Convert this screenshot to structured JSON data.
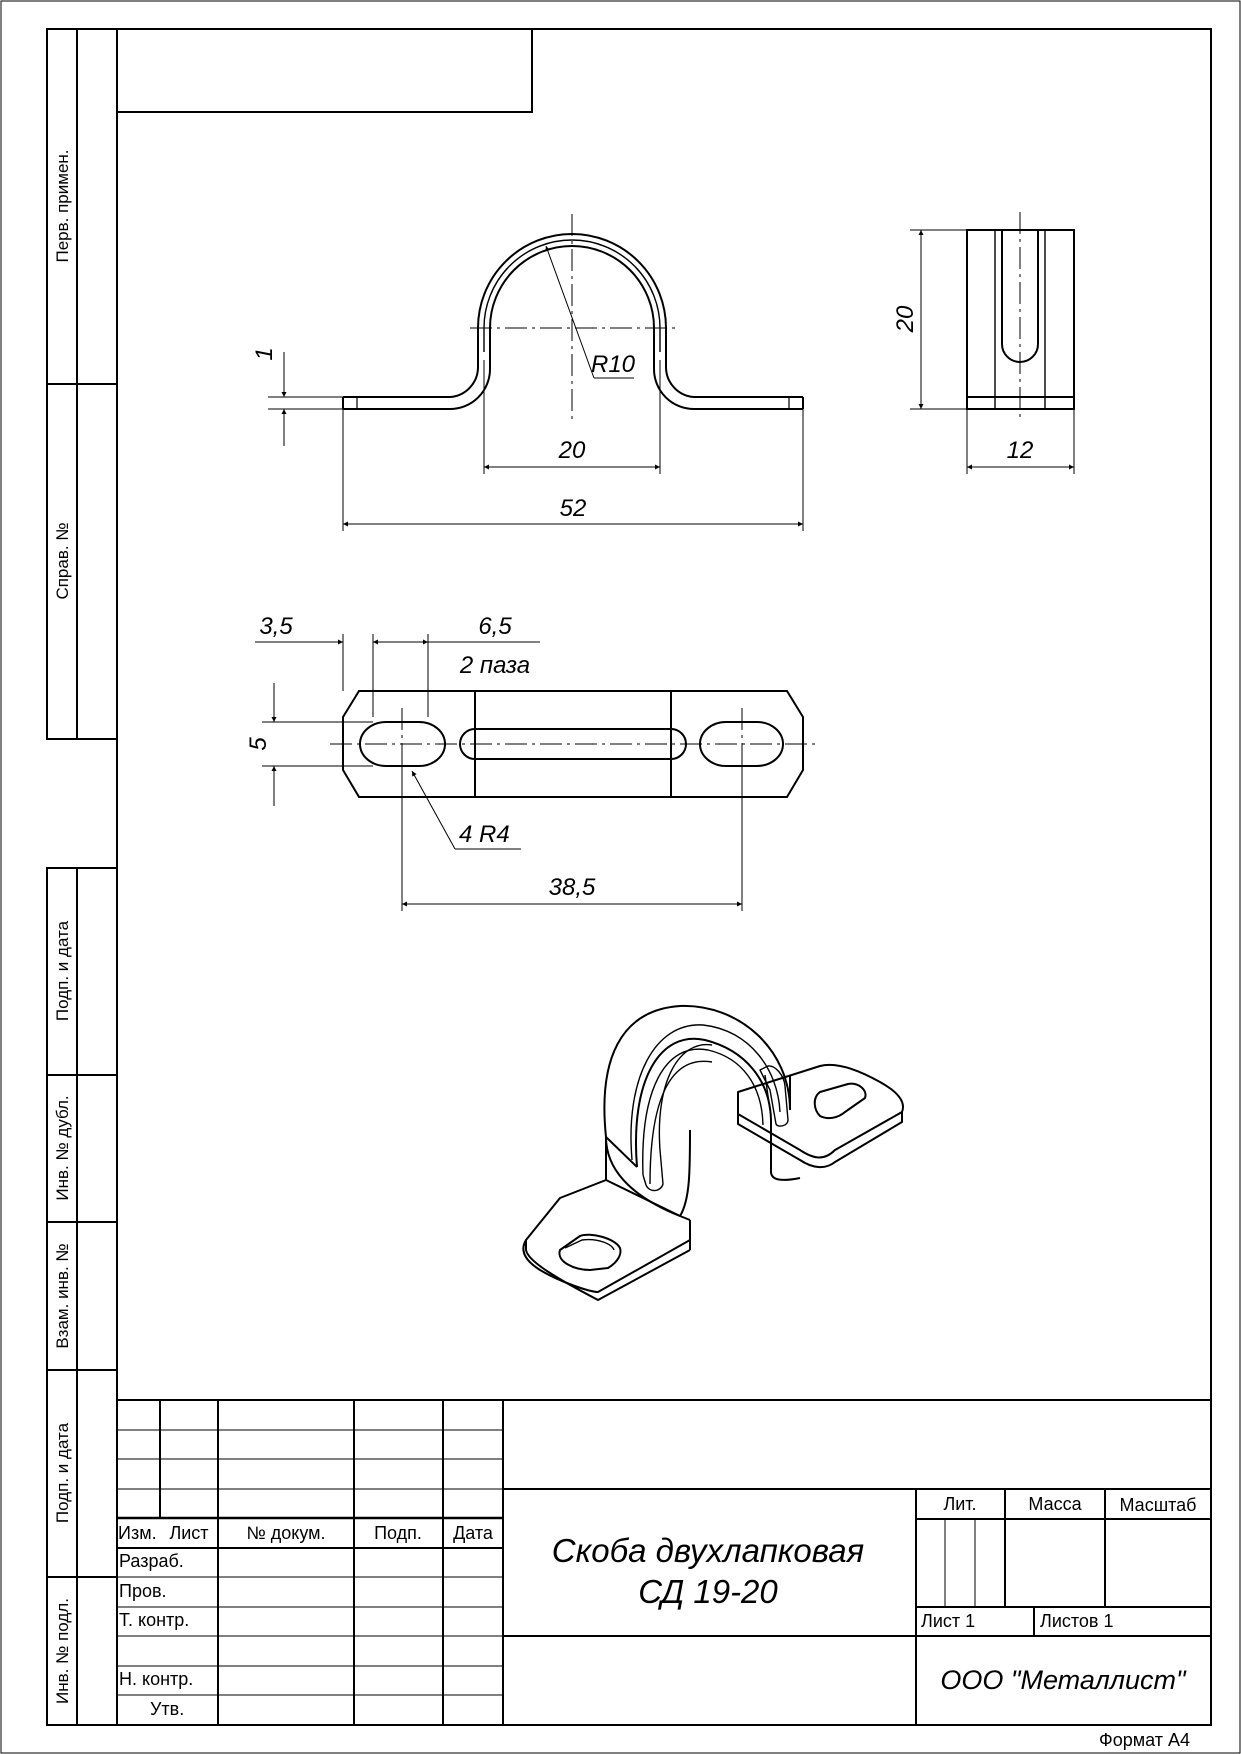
{
  "side_stamp": {
    "perv_primen": "Перв. примен.",
    "sprav_no": "Справ. №",
    "podp_data_1": "Подп. и дата",
    "inv_no_dubl": "Инв. № дубл.",
    "vzam_inv_no": "Взам. инв. №",
    "podp_data_2": "Подп. и дата",
    "inv_no_podl": "Инв. № подл."
  },
  "dimensions": {
    "thickness": "1",
    "radius": "R10",
    "inner_width": "20",
    "overall_length": "52",
    "height": "20",
    "width": "12",
    "slot_offset": "3,5",
    "slot_length": "6,5",
    "slot_note": "2 паза",
    "slot_width": "5",
    "corner_radius": "4 R4",
    "slot_spacing": "38,5"
  },
  "title_block": {
    "col_izm": "Изм.",
    "col_list": "Лист",
    "col_doc": "№ докум.",
    "col_podp": "Подп.",
    "col_data": "Дата",
    "razrab": "Разраб.",
    "prov": "Пров.",
    "t_kontr": "Т. контр.",
    "n_kontr": "Н. контр.",
    "utv": "Утв.",
    "name_line1": "Скоба двухлапковая",
    "name_line2": "СД 19-20",
    "lit": "Лит.",
    "massa": "Масса",
    "masshtab": "Масштаб",
    "list": "Лист 1",
    "listov": "Листов 1",
    "company": "ООО \"Металлист\""
  },
  "format": "Формат А4"
}
